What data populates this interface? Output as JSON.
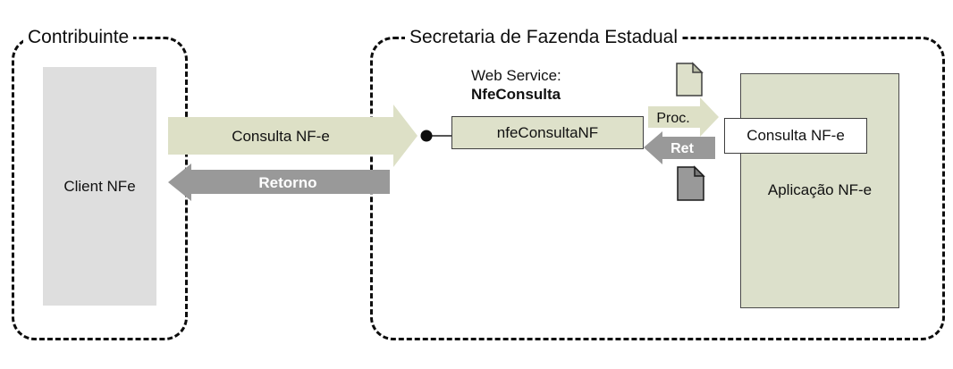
{
  "diagram": {
    "contribuinte": {
      "label": "Contribuinte",
      "client_box_label": "Client NFe"
    },
    "secretaria": {
      "label": "Secretaria de Fazenda Estadual",
      "web_service_title": "Web Service:",
      "web_service_name": "NfeConsulta",
      "method_box_label": "nfeConsultaNF",
      "proc_arrow_label": "Proc.",
      "ret_arrow_label": "Ret",
      "overlay_box_label": "Consulta NF-e",
      "app_box_label": "Aplicação  NF-e"
    },
    "flows": {
      "request_arrow_label": "Consulta NF-e",
      "response_arrow_label": "Retorno"
    },
    "colors": {
      "olive_arrow": "#dde0c6",
      "olive_box": "#dee1ca",
      "app_box_fill": "#dce0cb",
      "doc_icon_olive": "#dde0ca",
      "doc_fold_olive": "#b9bda6",
      "gray_arrow": "#999999",
      "doc_fold_gray": "#777777",
      "client_box_fill": "#dedede",
      "dashed_border": "#0d0d0d"
    }
  }
}
